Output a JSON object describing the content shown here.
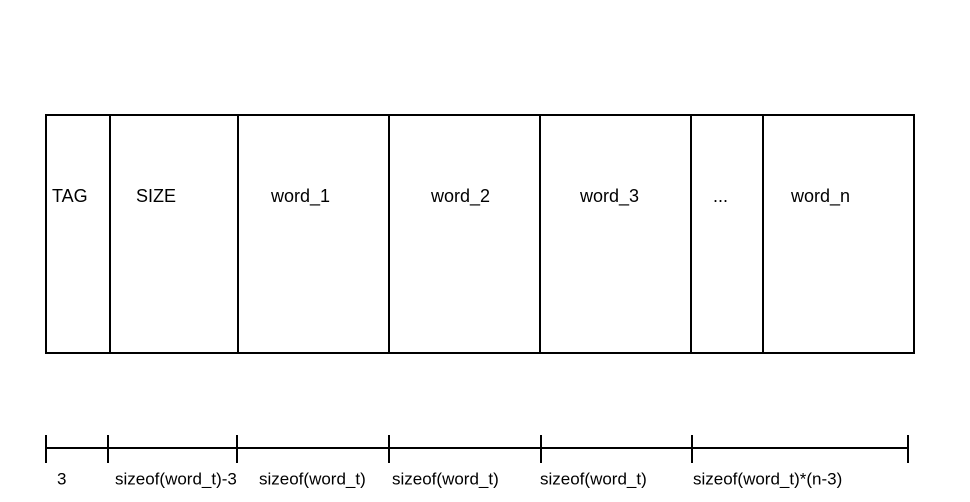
{
  "diagram": {
    "cells": [
      {
        "label": "TAG"
      },
      {
        "label": "SIZE"
      },
      {
        "label": "word_1"
      },
      {
        "label": "word_2"
      },
      {
        "label": "word_3"
      },
      {
        "label": "..."
      },
      {
        "label": "word_n"
      }
    ],
    "ruler": {
      "segments": [
        {
          "label": "3"
        },
        {
          "label": "sizeof(word_t)-3"
        },
        {
          "label": "sizeof(word_t)"
        },
        {
          "label": "sizeof(word_t)"
        },
        {
          "label": "sizeof(word_t)"
        },
        {
          "label": "sizeof(word_t)*(n-3)"
        }
      ]
    }
  }
}
